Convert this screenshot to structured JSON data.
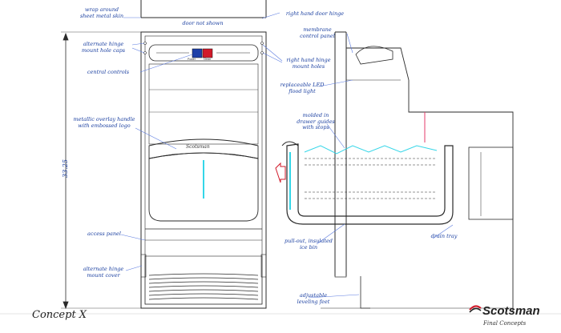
{
  "colors": {
    "ink": "#2a2a2a",
    "callout": "#1a3fa0",
    "leader": "#5b7be0",
    "led": "#34d6e8",
    "accent_red": "#d11a2a",
    "accent_blue": "#1d3fa8",
    "drop": "#e63b6a"
  },
  "callouts": {
    "wrap": [
      "wrap around",
      "sheet metal skin"
    ],
    "door_not_shown": [
      "door not shown"
    ],
    "rh_door_hinge": [
      "right hand door hinge"
    ],
    "alt_hinge_caps": [
      "alternate hinge",
      "mount hole caps"
    ],
    "membrane_panel": [
      "membrane",
      "control panel"
    ],
    "rh_hinge_holes": [
      "right hand hinge",
      "mount holes"
    ],
    "central_controls": [
      "central controls"
    ],
    "led_flood": [
      "replaceable LED",
      "flood light"
    ],
    "metallic_handle": [
      "metallic overlay handle",
      "with embossed logo"
    ],
    "drawer_guides": [
      "molded in",
      "drawer guides",
      "with stops"
    ],
    "access_panel": [
      "access panel"
    ],
    "drain_tray": [
      "drain tray"
    ],
    "ice_bin": [
      "pull-out, insulated",
      "ice bin"
    ],
    "alt_hinge_cover": [
      "alternate hinge",
      "mount cover"
    ],
    "leveling_feet": [
      "adjustable",
      "leveling feet"
    ]
  },
  "dimension_height": "33.25",
  "handle_logo": "Scotsman",
  "panel_labels": {
    "left": "Power",
    "right": "Clean"
  },
  "footer": {
    "concept": "Concept X",
    "brand": "Scotsman",
    "brand_sub": "Final Concepts"
  }
}
